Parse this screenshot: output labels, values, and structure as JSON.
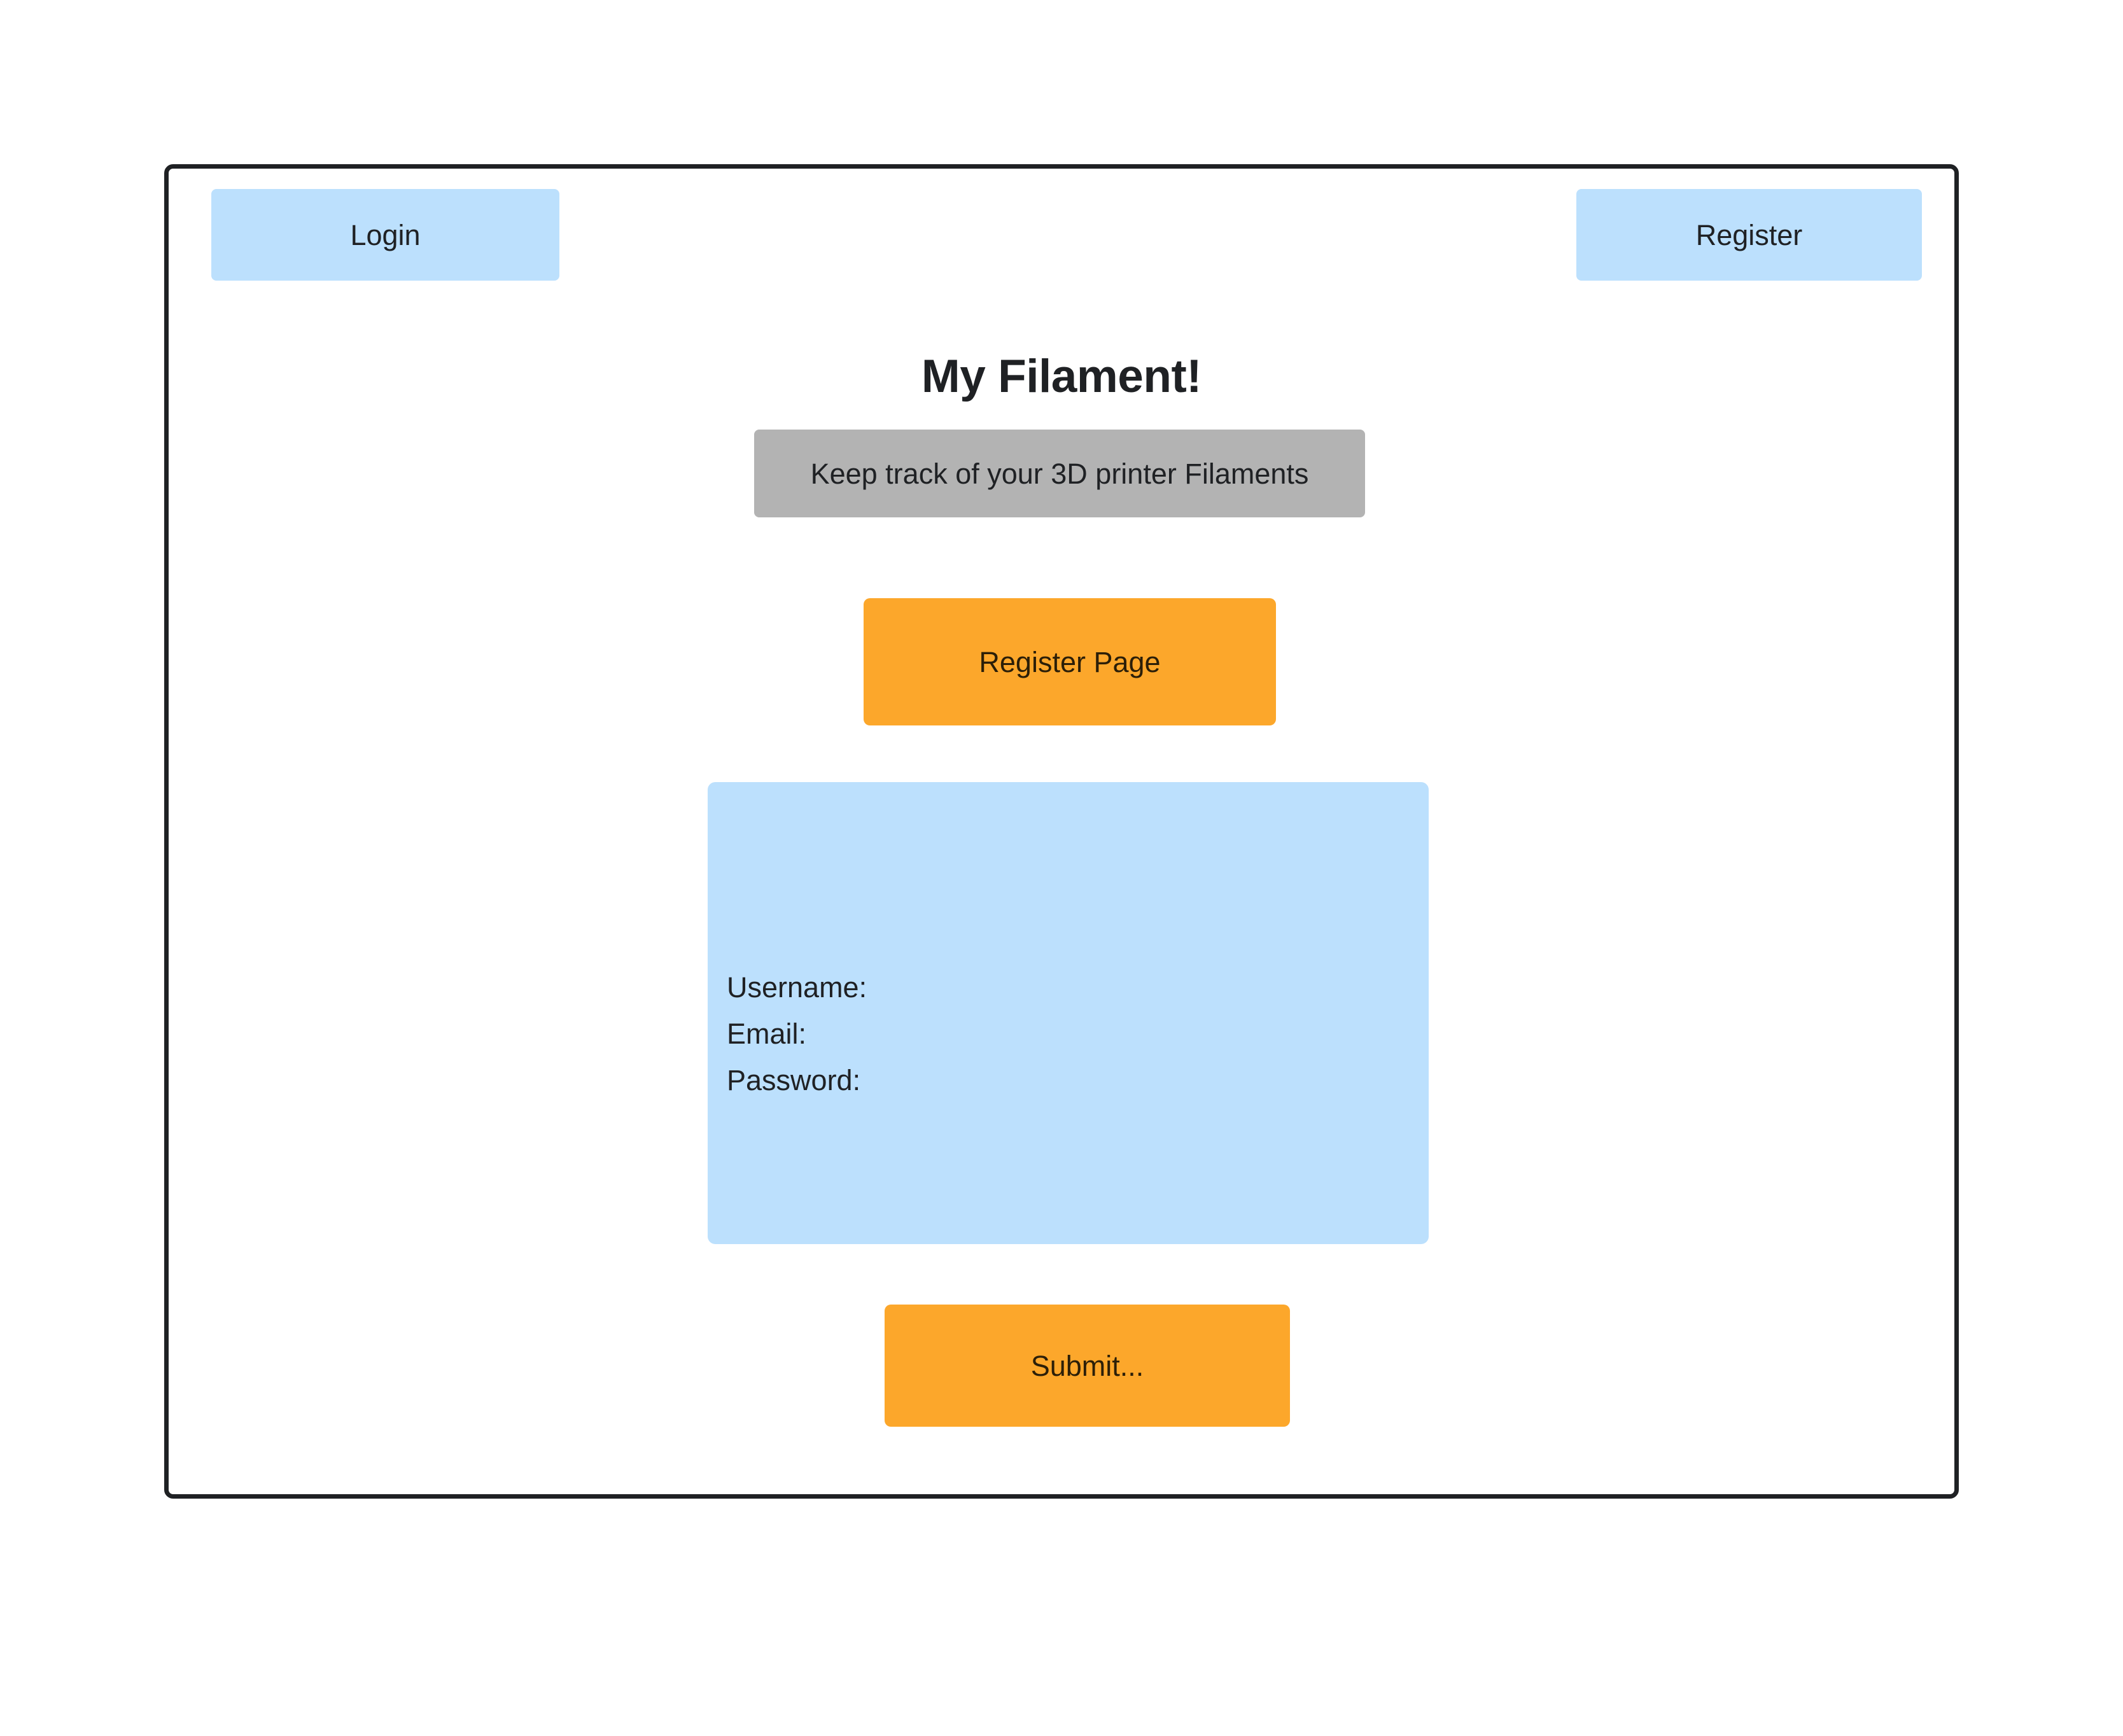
{
  "app": {
    "title": "My Filament!",
    "tagline": "Keep track of your 3D printer Filaments"
  },
  "nav": {
    "login_label": "Login",
    "register_label": "Register"
  },
  "main": {
    "register_page_button": "Register Page",
    "submit_button": "Submit..."
  },
  "form": {
    "fields": [
      {
        "label": "Username:"
      },
      {
        "label": "Email:"
      },
      {
        "label": "Password:"
      }
    ]
  },
  "colors": {
    "accent_blue": "#BCE0FD",
    "accent_orange": "#FCA72B",
    "banner_gray": "#B3B3B3",
    "frame_border": "#1F2124",
    "page_background": "#FFFFFF"
  }
}
